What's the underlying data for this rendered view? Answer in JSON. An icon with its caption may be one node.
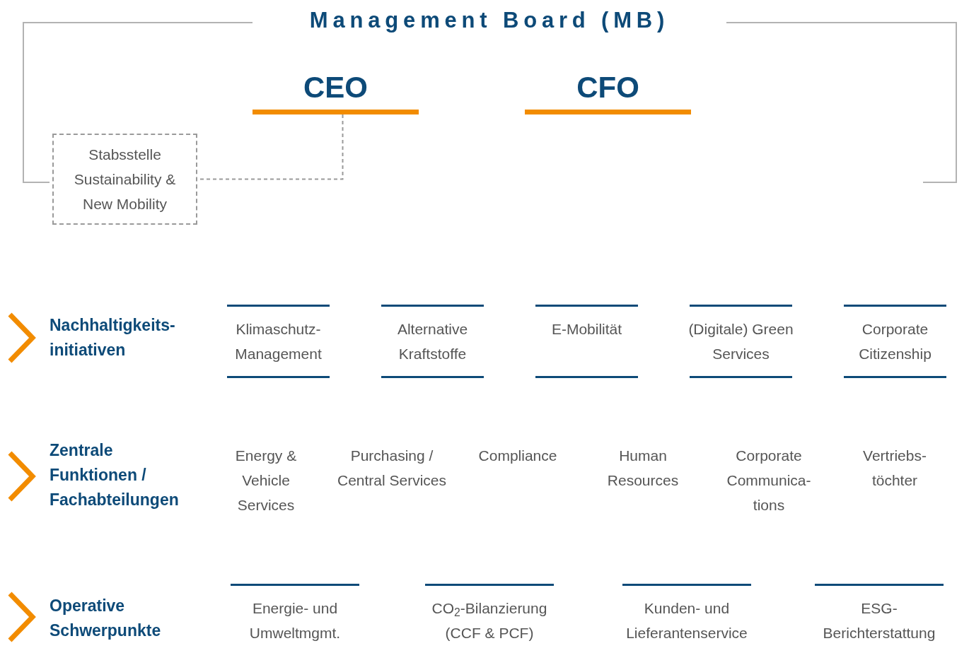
{
  "diagram": {
    "nodes": [
      {
        "text": [
          "Management Board (MB)"
        ]
      },
      {
        "text": [
          "CEO"
        ],
        "in": 0
      },
      {
        "text": [
          "CFO"
        ],
        "in": 0
      },
      {
        "text": [
          "Stabsstelle Sustainability & New Mobility"
        ]
      },
      {
        "text": [
          "Klimaschutz- Management"
        ]
      },
      {
        "text": [
          "Alternative Kraftstoffe"
        ]
      },
      {
        "text": [
          "E-Mobilität"
        ]
      },
      {
        "text": [
          "(Digitale) Green Services"
        ]
      },
      {
        "text": [
          "Corporate Citizenship"
        ]
      },
      {
        "text": [
          "Energie- und Umweltmgmt."
        ]
      },
      {
        "text": [
          "CO$_{2}$-Bilanzierung (CCF & PCF)"
        ]
      },
      {
        "text": [
          "Kunden- und Lieferantenservice"
        ]
      },
      {
        "text": [
          "ESG- Berichterstattung"
        ]
      }
    ],
    "edges": [
      {
        "from": 1,
        "to": 3,
        "arrow": "none",
        "style": "dashed"
      }
    ],
    "labels": [
      "Nachhaltigkeits- initiativen",
      "Zentrale Funktionen / Fachabteilungen",
      "Energy & Vehicle Services",
      "Purchasing / Central Services",
      "Compliance",
      "Human Resources",
      "Corporate Communica- tions",
      "Vertriebs- töchter",
      "Operative Schwerpunkte"
    ]
  }
}
